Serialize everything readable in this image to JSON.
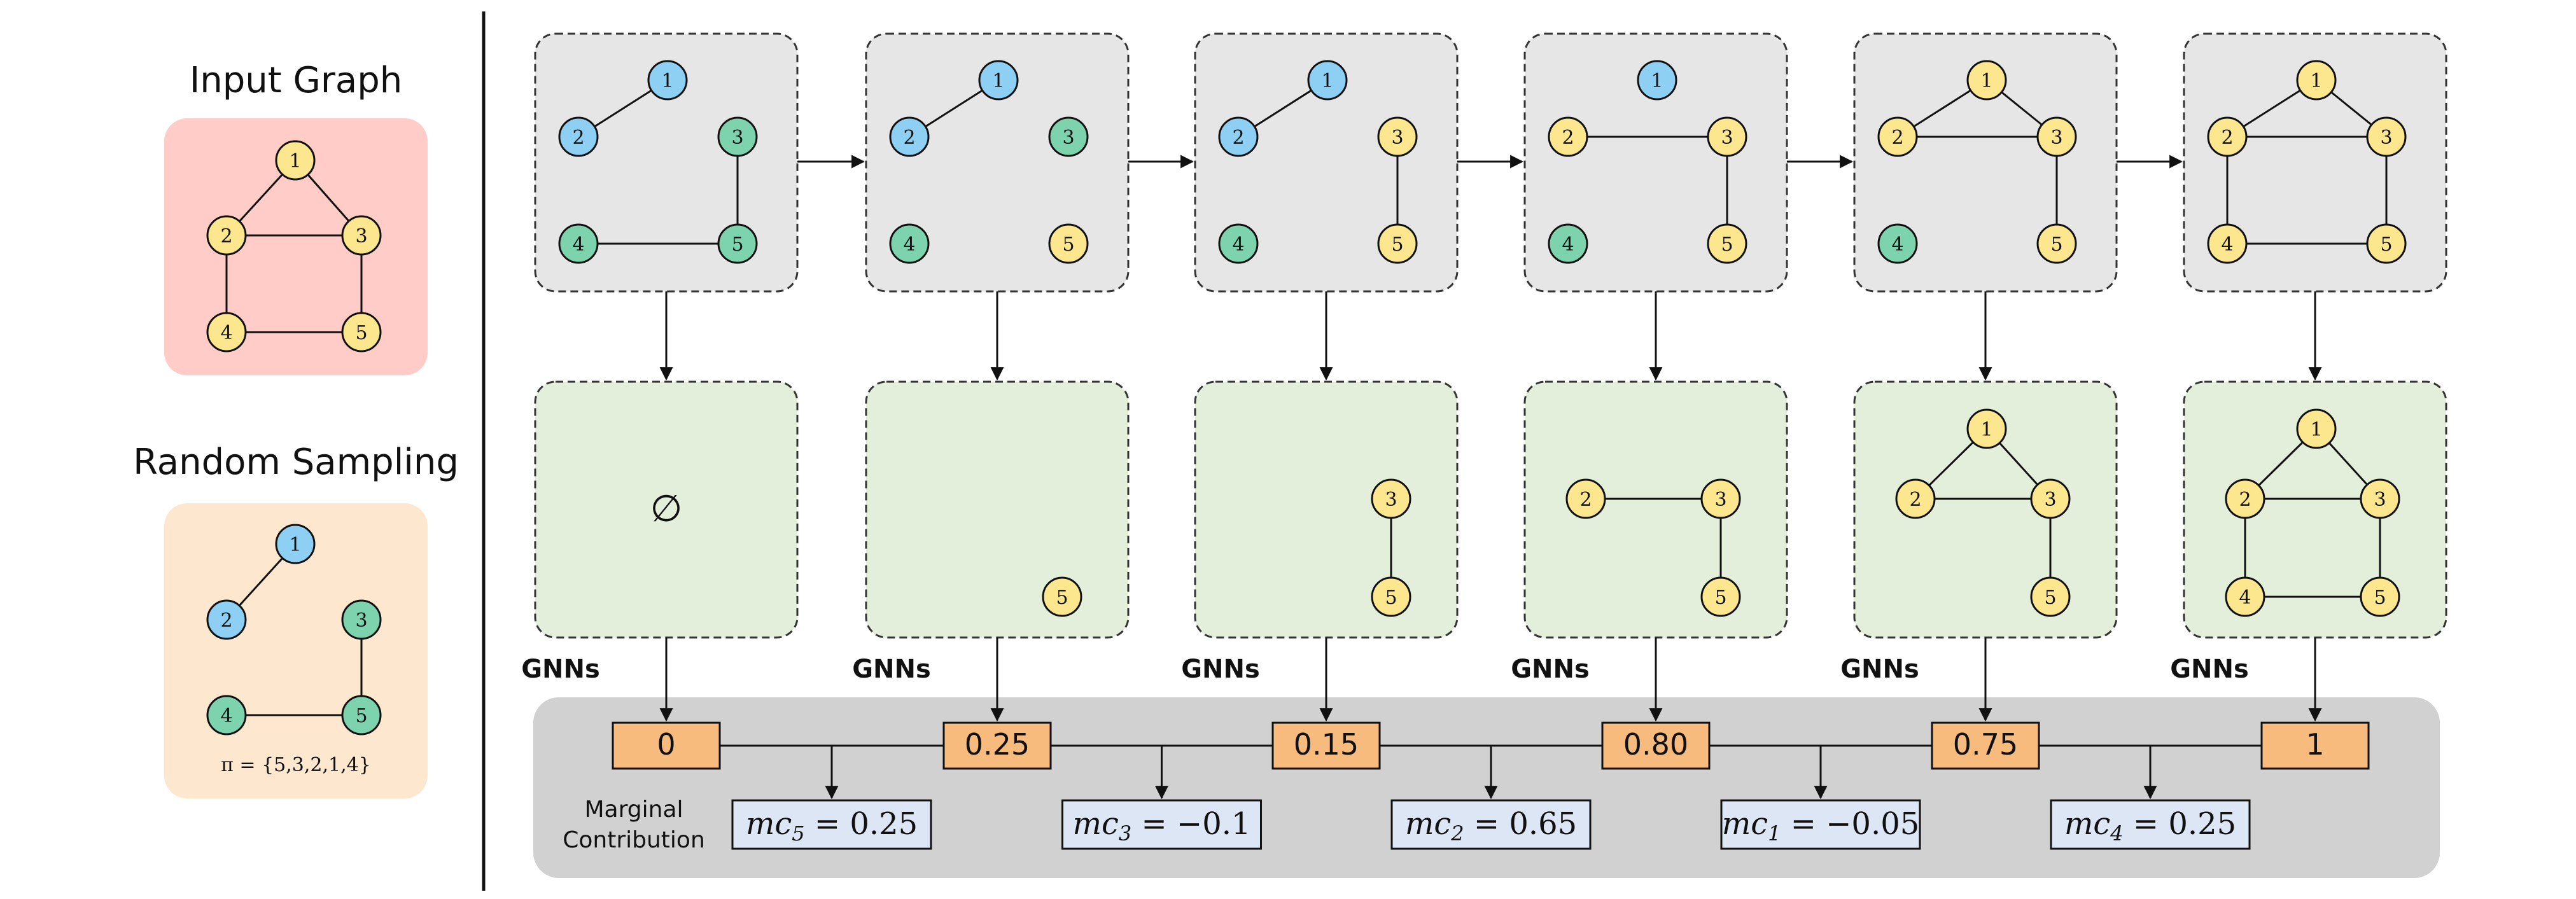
{
  "titles": {
    "input_graph": "Input Graph",
    "random_sampling": "Random Sampling"
  },
  "permutation_label": "π = {5,3,2,1,4}",
  "gnn_label": "GNNs",
  "empty_set_symbol": "∅",
  "marginal_label": [
    "Marginal",
    "Contribution"
  ],
  "colors": {
    "blue_node": "#8ED0F3",
    "green_node": "#7ED3AF",
    "yellow_node": "#FCE68E",
    "pink_panel": "#FFCCC7",
    "peach_panel": "#FDE7CF",
    "gray_panel": "#E6E6E6",
    "green_panel": "#E3EFDA",
    "value_box": "#F8BB7E",
    "mc_box": "#DCE6F4",
    "bottom_band": "#D1D1D1"
  },
  "input_graph": {
    "nodes": [
      {
        "id": "1",
        "color": "yellow"
      },
      {
        "id": "2",
        "color": "yellow"
      },
      {
        "id": "3",
        "color": "yellow"
      },
      {
        "id": "4",
        "color": "yellow"
      },
      {
        "id": "5",
        "color": "yellow"
      }
    ],
    "edges": [
      [
        "1",
        "2"
      ],
      [
        "1",
        "3"
      ],
      [
        "2",
        "3"
      ],
      [
        "2",
        "4"
      ],
      [
        "3",
        "5"
      ],
      [
        "4",
        "5"
      ]
    ]
  },
  "random_sampling": {
    "nodes": [
      {
        "id": "1",
        "color": "blue"
      },
      {
        "id": "2",
        "color": "blue"
      },
      {
        "id": "3",
        "color": "green"
      },
      {
        "id": "4",
        "color": "green"
      },
      {
        "id": "5",
        "color": "green"
      }
    ],
    "edges": [
      [
        "1",
        "2"
      ],
      [
        "3",
        "5"
      ],
      [
        "4",
        "5"
      ]
    ]
  },
  "steps": [
    {
      "top": {
        "nodes": [
          {
            "id": "1",
            "color": "blue"
          },
          {
            "id": "2",
            "color": "blue"
          },
          {
            "id": "3",
            "color": "green"
          },
          {
            "id": "4",
            "color": "green"
          },
          {
            "id": "5",
            "color": "green"
          }
        ],
        "edges": [
          [
            "1",
            "2"
          ],
          [
            "3",
            "5"
          ],
          [
            "4",
            "5"
          ]
        ]
      },
      "subgraph": {
        "nodes": [],
        "edges": []
      },
      "value": "0"
    },
    {
      "top": {
        "nodes": [
          {
            "id": "1",
            "color": "blue"
          },
          {
            "id": "2",
            "color": "blue"
          },
          {
            "id": "3",
            "color": "green"
          },
          {
            "id": "4",
            "color": "green"
          },
          {
            "id": "5",
            "color": "yellow"
          }
        ],
        "edges": [
          [
            "1",
            "2"
          ]
        ]
      },
      "subgraph": {
        "nodes": [
          "5"
        ],
        "edges": []
      },
      "value": "0.25"
    },
    {
      "top": {
        "nodes": [
          {
            "id": "1",
            "color": "blue"
          },
          {
            "id": "2",
            "color": "blue"
          },
          {
            "id": "3",
            "color": "yellow"
          },
          {
            "id": "4",
            "color": "green"
          },
          {
            "id": "5",
            "color": "yellow"
          }
        ],
        "edges": [
          [
            "1",
            "2"
          ],
          [
            "3",
            "5"
          ]
        ]
      },
      "subgraph": {
        "nodes": [
          "3",
          "5"
        ],
        "edges": [
          [
            "3",
            "5"
          ]
        ]
      },
      "value": "0.15"
    },
    {
      "top": {
        "nodes": [
          {
            "id": "1",
            "color": "blue"
          },
          {
            "id": "2",
            "color": "yellow"
          },
          {
            "id": "3",
            "color": "yellow"
          },
          {
            "id": "4",
            "color": "green"
          },
          {
            "id": "5",
            "color": "yellow"
          }
        ],
        "edges": [
          [
            "2",
            "3"
          ],
          [
            "3",
            "5"
          ]
        ]
      },
      "subgraph": {
        "nodes": [
          "2",
          "3",
          "5"
        ],
        "edges": [
          [
            "2",
            "3"
          ],
          [
            "3",
            "5"
          ]
        ]
      },
      "value": "0.80"
    },
    {
      "top": {
        "nodes": [
          {
            "id": "1",
            "color": "yellow"
          },
          {
            "id": "2",
            "color": "yellow"
          },
          {
            "id": "3",
            "color": "yellow"
          },
          {
            "id": "4",
            "color": "green"
          },
          {
            "id": "5",
            "color": "yellow"
          }
        ],
        "edges": [
          [
            "1",
            "2"
          ],
          [
            "1",
            "3"
          ],
          [
            "2",
            "3"
          ],
          [
            "3",
            "5"
          ]
        ]
      },
      "subgraph": {
        "nodes": [
          "1",
          "2",
          "3",
          "5"
        ],
        "edges": [
          [
            "1",
            "2"
          ],
          [
            "1",
            "3"
          ],
          [
            "2",
            "3"
          ],
          [
            "3",
            "5"
          ]
        ]
      },
      "value": "0.75"
    },
    {
      "top": {
        "nodes": [
          {
            "id": "1",
            "color": "yellow"
          },
          {
            "id": "2",
            "color": "yellow"
          },
          {
            "id": "3",
            "color": "yellow"
          },
          {
            "id": "4",
            "color": "yellow"
          },
          {
            "id": "5",
            "color": "yellow"
          }
        ],
        "edges": [
          [
            "1",
            "2"
          ],
          [
            "1",
            "3"
          ],
          [
            "2",
            "3"
          ],
          [
            "2",
            "4"
          ],
          [
            "3",
            "5"
          ],
          [
            "4",
            "5"
          ]
        ]
      },
      "subgraph": {
        "nodes": [
          "1",
          "2",
          "3",
          "4",
          "5"
        ],
        "edges": [
          [
            "1",
            "2"
          ],
          [
            "1",
            "3"
          ],
          [
            "2",
            "3"
          ],
          [
            "2",
            "4"
          ],
          [
            "3",
            "5"
          ],
          [
            "4",
            "5"
          ]
        ]
      },
      "value": "1"
    }
  ],
  "marginal_contributions": [
    {
      "node": "5",
      "value": "0.25"
    },
    {
      "node": "3",
      "value": "−0.1"
    },
    {
      "node": "2",
      "value": "0.65"
    },
    {
      "node": "1",
      "value": "−0.05"
    },
    {
      "node": "4",
      "value": "0.25"
    }
  ]
}
